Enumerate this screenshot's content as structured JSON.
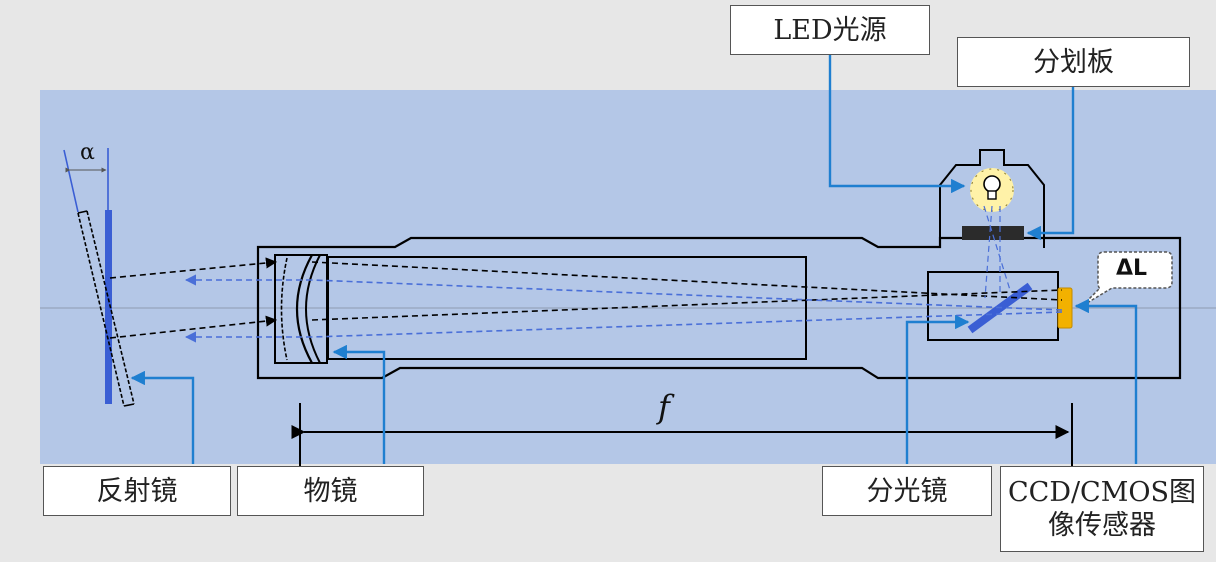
{
  "labels": {
    "mirror": "反射镜",
    "objective": "物镜",
    "beam_splitter": "分光镜",
    "sensor_line1": "CCD/CMOS图",
    "sensor_line2": "像传感器",
    "led": "LED光源",
    "reticle": "分划板"
  },
  "symbols": {
    "alpha": "α",
    "delta_l": "ΔL",
    "focal_length": "f"
  },
  "colors": {
    "background": "#e7e7e7",
    "panel": "#b4c7e7",
    "leader": "#1f7fd0",
    "mirror_blue": "#3a5ed4",
    "ray_blue": "#4a6fd8",
    "outline": "#000000",
    "sensor": "#f2b100",
    "lamp_glow": "#fff2a8"
  }
}
